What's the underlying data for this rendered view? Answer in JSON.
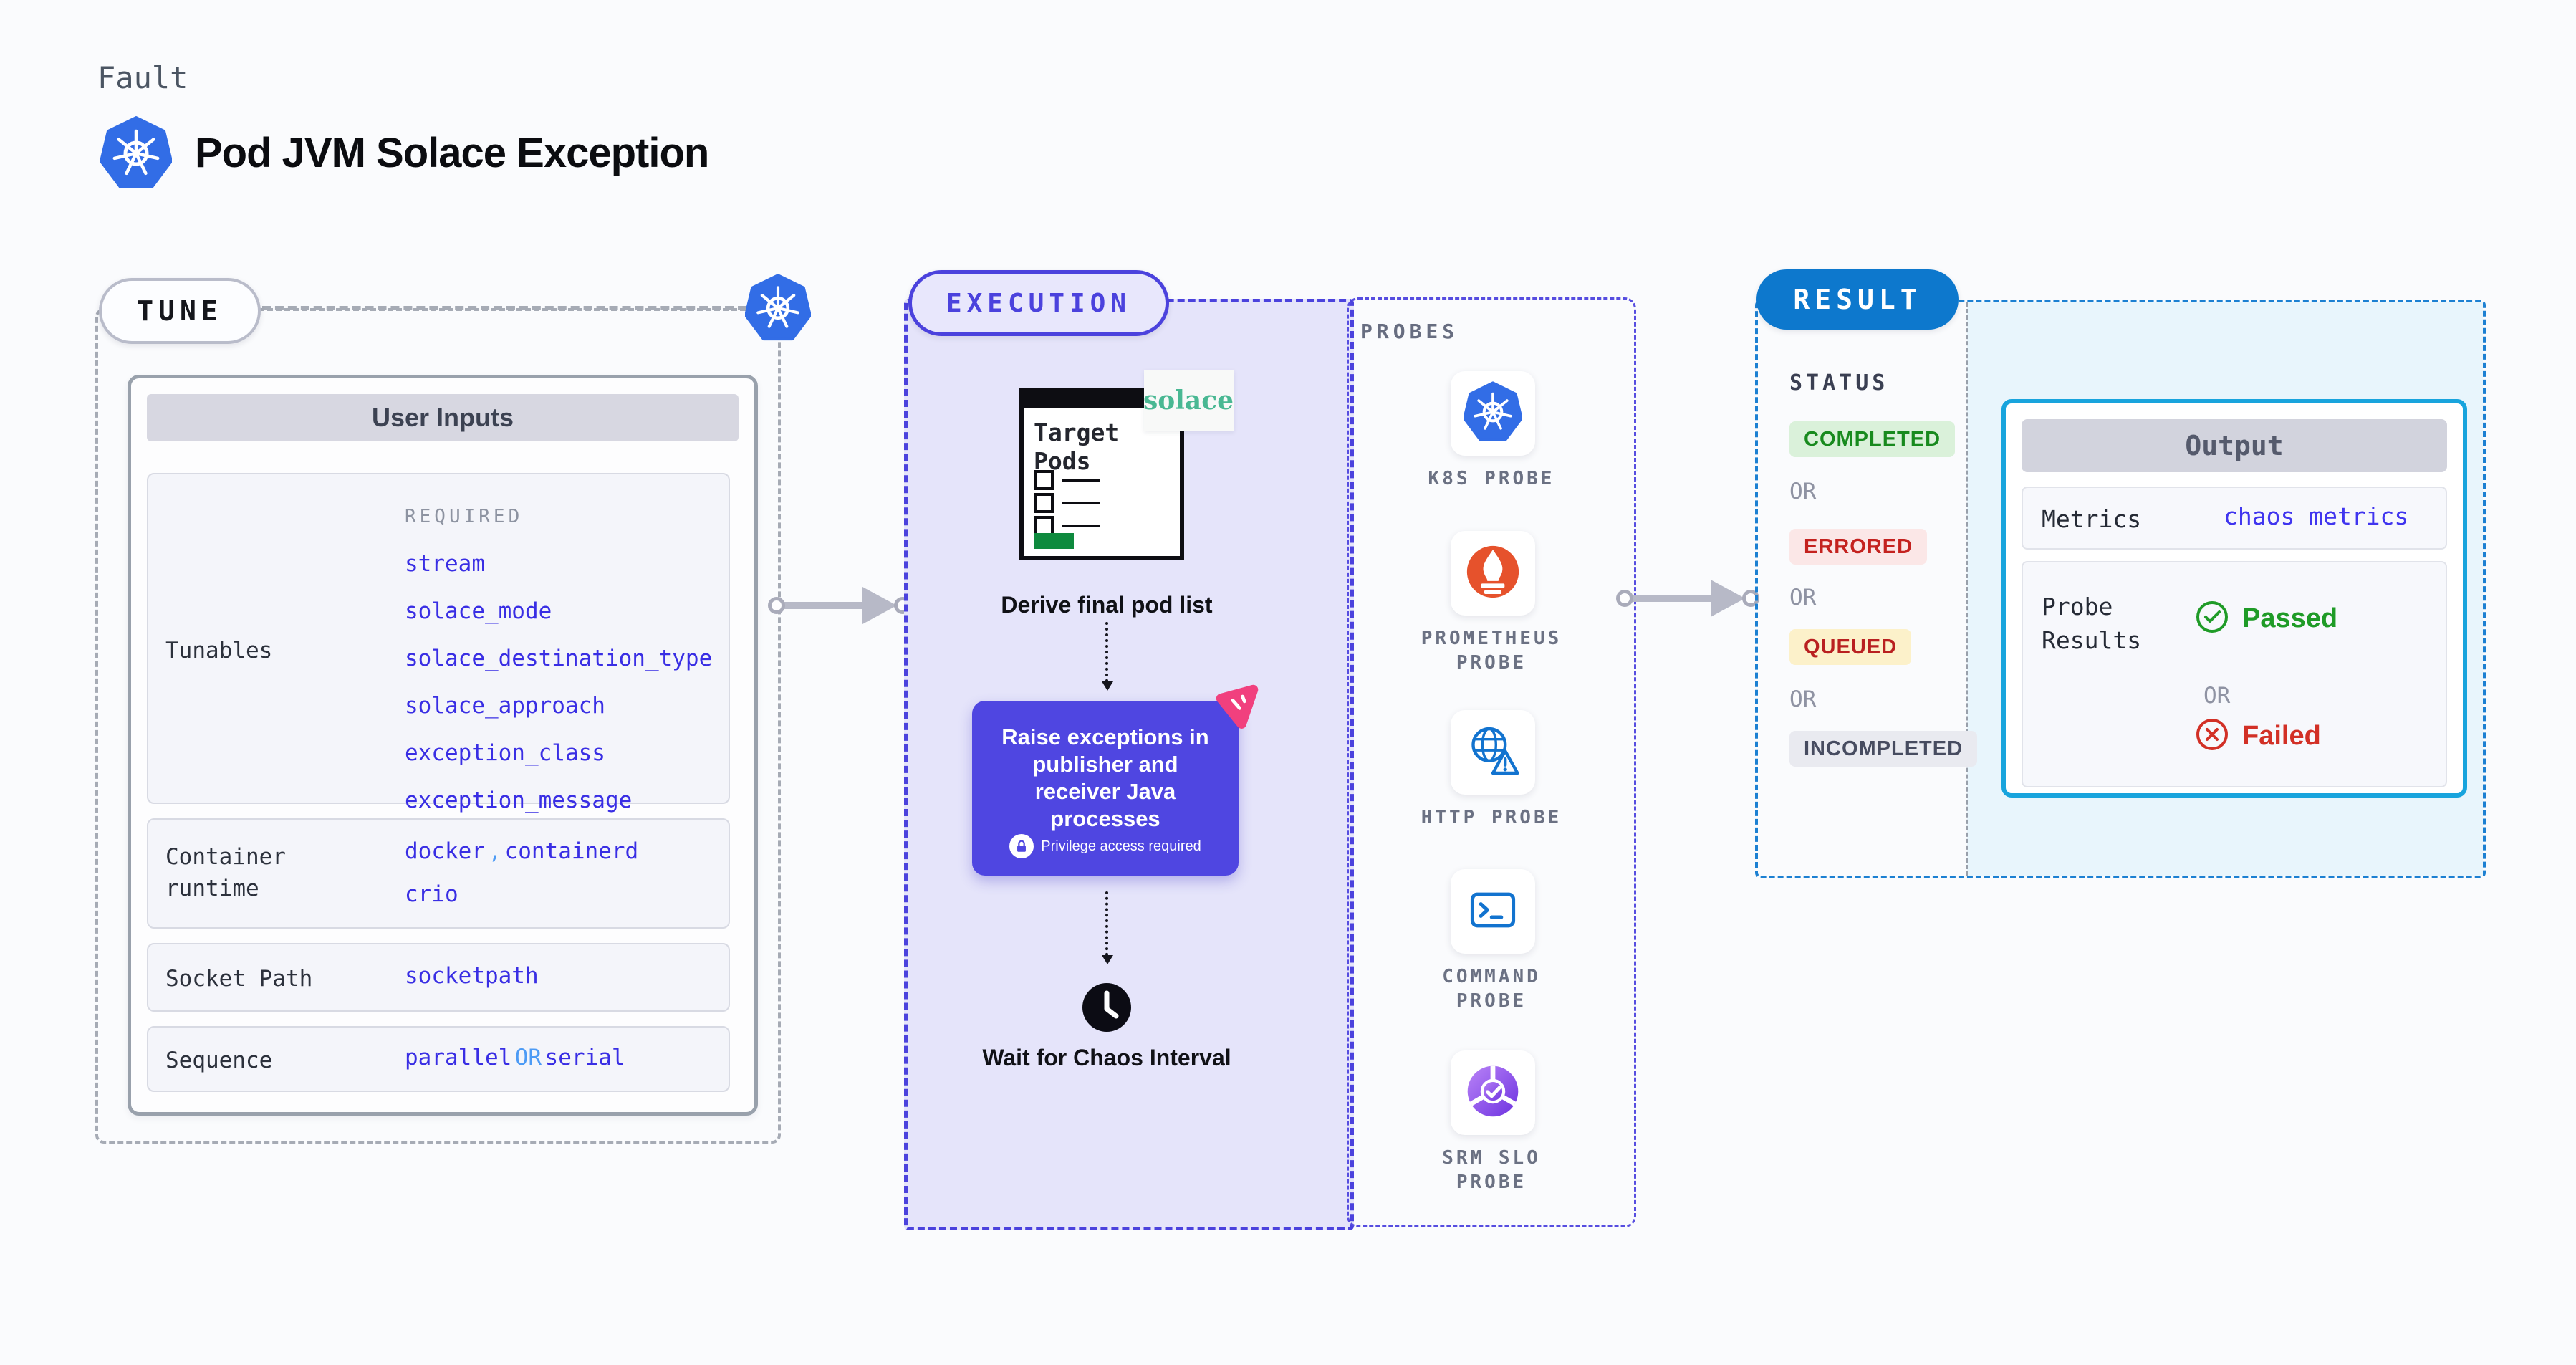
{
  "page": {
    "kicker": "Fault",
    "title": "Pod JVM Solace Exception"
  },
  "tune": {
    "label": "TUNE",
    "user_inputs": {
      "header": "User Inputs",
      "tunables": {
        "label": "Tunables",
        "required_label": "REQUIRED",
        "values": [
          "stream",
          "solace_mode",
          "solace_destination_type",
          "solace_approach",
          "exception_class",
          "exception_message"
        ]
      },
      "container_runtime": {
        "label": "Container runtime",
        "line1": [
          "docker",
          ",",
          "containerd"
        ],
        "line2": "crio"
      },
      "socket_path": {
        "label": "Socket Path",
        "value": "socketpath"
      },
      "sequence": {
        "label": "Sequence",
        "value_a": "parallel",
        "or": "OR",
        "value_b": "serial"
      }
    }
  },
  "execution": {
    "label": "EXECUTION",
    "target_pods": {
      "title": "Target Pods",
      "logo": "solace"
    },
    "derive": "Derive final pod list",
    "action": {
      "text": "Raise exceptions in publisher and receiver Java processes",
      "privilege": "Privilege access required"
    },
    "wait": "Wait for Chaos Interval"
  },
  "probes": {
    "label": "PROBES",
    "items": [
      {
        "label": "K8S PROBE",
        "icon": "kubernetes-icon"
      },
      {
        "label": "PROMETHEUS PROBE",
        "icon": "prometheus-icon"
      },
      {
        "label": "HTTP PROBE",
        "icon": "http-globe-icon"
      },
      {
        "label": "COMMAND PROBE",
        "icon": "terminal-icon"
      },
      {
        "label": "SRM SLO PROBE",
        "icon": "slo-pie-icon"
      }
    ]
  },
  "result": {
    "label": "RESULT",
    "status": {
      "label": "STATUS",
      "or": "OR",
      "badges": [
        {
          "text": "COMPLETED",
          "type": "completed"
        },
        {
          "text": "ERRORED",
          "type": "errored"
        },
        {
          "text": "QUEUED",
          "type": "queued"
        },
        {
          "text": "INCOMPLETED",
          "type": "incompleted"
        }
      ]
    },
    "output": {
      "header": "Output",
      "metrics": {
        "label": "Metrics",
        "value": "chaos metrics"
      },
      "probe_results": {
        "label": "Probe Results",
        "passed": "Passed",
        "or": "OR",
        "failed": "Failed"
      }
    }
  },
  "colors": {
    "background": "#fafbfd",
    "kubernetes_blue": "#326de6",
    "indigo_accent": "#4b42dd",
    "execution_fill": "#e5e4fa",
    "action_purple": "#4f46e1",
    "litmus_pink": "#f1407e",
    "solace_green": "#49b893",
    "result_blue": "#0d78cd",
    "output_cyan_border": "#18a4dd",
    "output_cyan_fill": "#e8f5fc",
    "value_blue": "#392ee4",
    "completed_green": "#188a1e",
    "errored_red": "#c4221f",
    "queued_yellow_bg": "#fcf1ca",
    "passed_green": "#1f9b27",
    "failed_red": "#d23026",
    "prometheus_orange": "#e6522c",
    "probe_icon_blue": "#1273cf"
  }
}
